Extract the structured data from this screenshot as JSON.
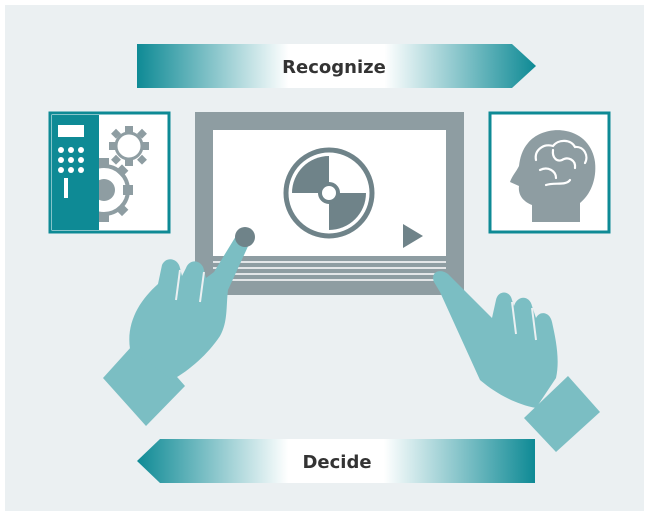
{
  "diagram": {
    "top_arrow": {
      "label": "Recognize",
      "direction": "right"
    },
    "bottom_arrow": {
      "label": "Decide",
      "direction": "left"
    },
    "panels": [
      {
        "icon": "controller-gear-icon"
      },
      {
        "icon": "head-brain-icon"
      }
    ],
    "screen": {
      "center_icon": "hmi-pie-dial-icon",
      "corner_icon": "play-triangle-icon"
    },
    "colors": {
      "teal": "#0e8a95",
      "teal_light": "#7bbec3",
      "gray_dark": "#6f8389",
      "gray_mid": "#8e9da2",
      "background": "#ebf0f2"
    }
  }
}
